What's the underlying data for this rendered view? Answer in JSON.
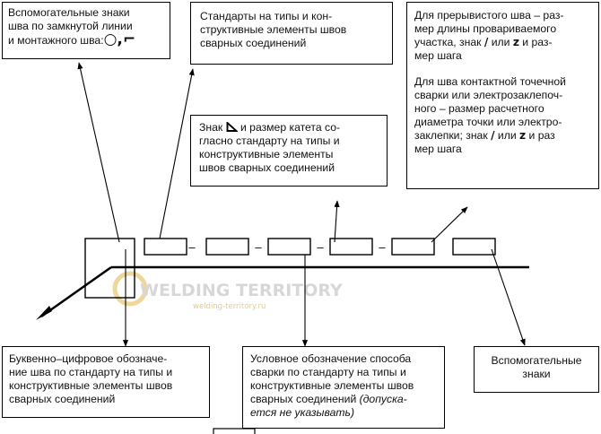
{
  "boxes": {
    "aux_signs": {
      "line1": "Вспомогательные знаки",
      "line2": "шва по замкнутой линии",
      "line3": "и монтажного шва:",
      "symbols": "○,⌐"
    },
    "standards": {
      "line1": "Стандарты на типы и кон-",
      "line2": "структивные элементы швов",
      "line3": "сварных соединений"
    },
    "intermittent": {
      "l1": "Для прерывистого шва – раз-",
      "l2": "мер длины провариваемого",
      "l3a": "участка, знак ",
      "sym1": "/",
      "l3b": " или ",
      "sym2": "z",
      "l3c": " и раз-",
      "l4": "мер шага",
      "p2l1": "Для шва контактной точечной",
      "p2l2": "сварки или электрозаклепоч-",
      "p2l3": "ного – размер расчетного",
      "p2l4": "диаметра точки или электро-",
      "p2l5a": "заклепки; знак ",
      "p2sym1": "/",
      "p2l5b": " или ",
      "p2sym2": "z",
      "p2l5c": " и раз",
      "p2l6": "мер шага"
    },
    "leg_sign": {
      "l1a": "Знак ",
      "l1b": " и размер катета со-",
      "l2": "гласно стандарту на типы и",
      "l3": "конструктивные элементы",
      "l4": "швов сварных соединений"
    },
    "alphanumeric": {
      "l1": "Буквенно–цифровое обозначе-",
      "l2": "ние шва по стандарту на типы и",
      "l3": "конструктивные элементы швов",
      "l4": "сварных соединений"
    },
    "method": {
      "l1": "Условное обозначение способа",
      "l2": "сварки по стандарту на типы и",
      "l3": "конструктивные элементы швов",
      "l4a": "сварных соединений ",
      "l4b": "(допуска-",
      "l5": "ется не указывать)"
    },
    "aux_signs2": {
      "l1": "Вспомогательные",
      "l2": "знаки"
    }
  },
  "separators": [
    "–",
    "–",
    "–",
    "–"
  ],
  "watermark": {
    "title": "WELDING TERRITORY",
    "url": "welding-territory.ru"
  }
}
